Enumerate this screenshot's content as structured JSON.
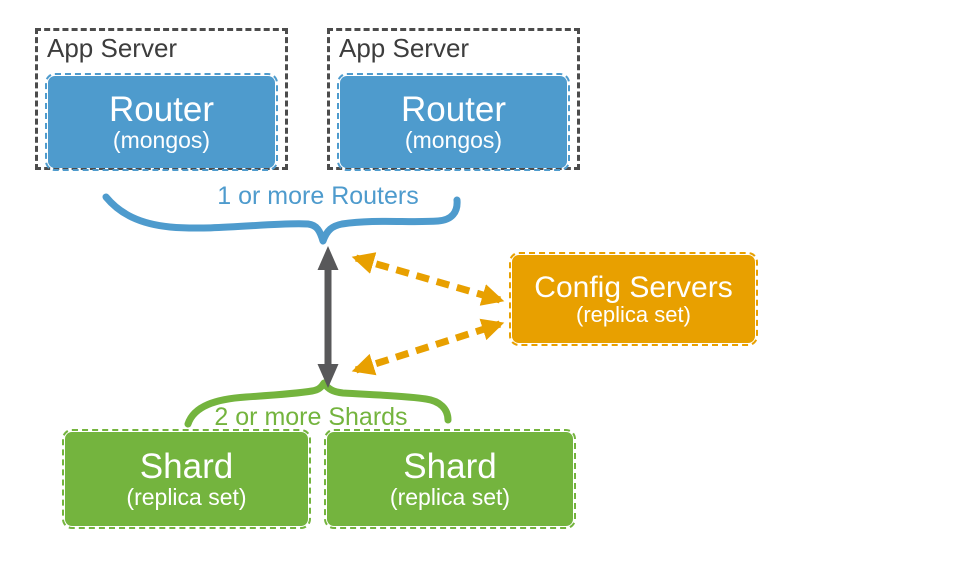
{
  "app_servers": [
    {
      "label": "App Server",
      "router": {
        "title": "Router",
        "subtitle": "(mongos)"
      }
    },
    {
      "label": "App Server",
      "router": {
        "title": "Router",
        "subtitle": "(mongos)"
      }
    }
  ],
  "braces": {
    "routers_label": "1 or more Routers",
    "shards_label": "2 or more Shards"
  },
  "config_servers": {
    "title": "Config Servers",
    "subtitle": "(replica set)"
  },
  "shards": [
    {
      "title": "Shard",
      "subtitle": "(replica set)"
    },
    {
      "title": "Shard",
      "subtitle": "(replica set)"
    }
  ],
  "colors": {
    "blue": "#4E9BCD",
    "green": "#74B43E",
    "orange": "#E8A000",
    "arrow_gray": "#58585A",
    "border_gray": "#4C4C4C",
    "label_dark": "#3D3D3D",
    "background": "#FFFFFF"
  }
}
